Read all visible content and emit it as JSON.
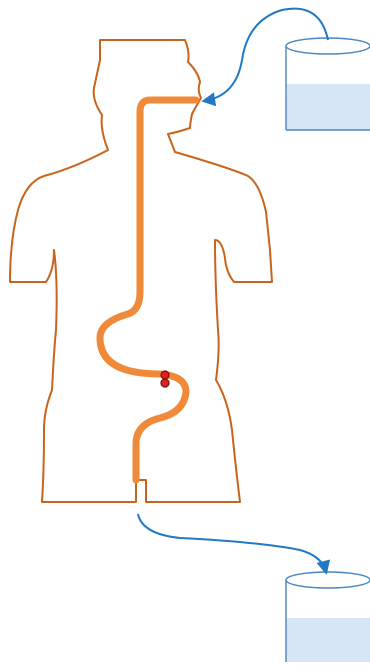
{
  "diagram": {
    "colors": {
      "body_outline": "#c8641c",
      "digestive_tract": "#f08a3a",
      "arrow": "#2378c3",
      "beaker_outline": "#4a86c0",
      "beaker_liquid": "#d6e6f6",
      "sensor_dot": "#e02020",
      "sensor_ring": "#7a1010"
    },
    "elements": {
      "human_figure": "human-torso-outline",
      "digestive_tract": "digestive-tract-path",
      "sensor_count": 2,
      "beakers": [
        "input-beaker",
        "output-beaker"
      ],
      "arrows": [
        "input-arrow",
        "output-arrow"
      ]
    }
  }
}
